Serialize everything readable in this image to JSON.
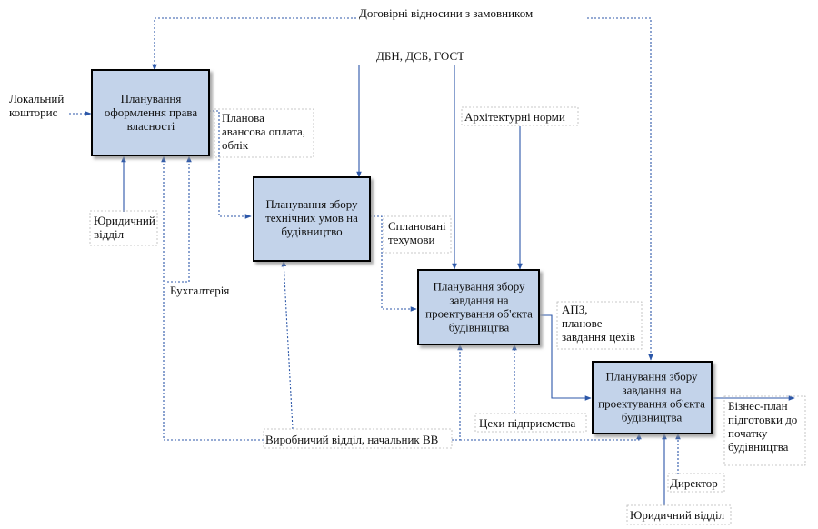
{
  "boxes": [
    {
      "id": "box1",
      "lines": [
        "Планування",
        "оформлення права",
        "власності"
      ]
    },
    {
      "id": "box2",
      "lines": [
        "Планування збору",
        "технічних умов на",
        "будівництво"
      ]
    },
    {
      "id": "box3",
      "lines": [
        "Планування збору",
        "завдання на",
        "проектування об'єкта",
        "будівництва"
      ]
    },
    {
      "id": "box4",
      "lines": [
        "Планування збору",
        "завдання на",
        "проектування об'єкта",
        "будівництва"
      ]
    }
  ],
  "labels": {
    "contract": [
      "Договірні відносини з замовником"
    ],
    "standards": [
      "ДБН, ДСБ, ГОСТ"
    ],
    "local_estimate": [
      "Локальний",
      "кошторис"
    ],
    "planned_advance": [
      "Планова",
      "авансова оплата,",
      "облік"
    ],
    "architecture": [
      "Архітектурні норми"
    ],
    "legal_dept_1": [
      "Юридичний",
      "відділ"
    ],
    "accounting": [
      "Бухгалтерія"
    ],
    "planned_tech": [
      "Сплановані",
      "техумови"
    ],
    "apz": [
      "АПЗ,",
      "планове",
      "завдання цехів"
    ],
    "workshops": [
      "Цехи підприємства"
    ],
    "production": [
      "Виробничий відділ, начальник ВВ"
    ],
    "business_plan": [
      "Бізнес-план",
      "підготовки до",
      "початку",
      "будівництва"
    ],
    "director": [
      "Директор"
    ],
    "legal_dept_2": [
      "Юридичний відділ"
    ]
  },
  "colors": {
    "box_fill": "#c3d3ea",
    "line": "#2c57a8",
    "border": "#000000"
  }
}
